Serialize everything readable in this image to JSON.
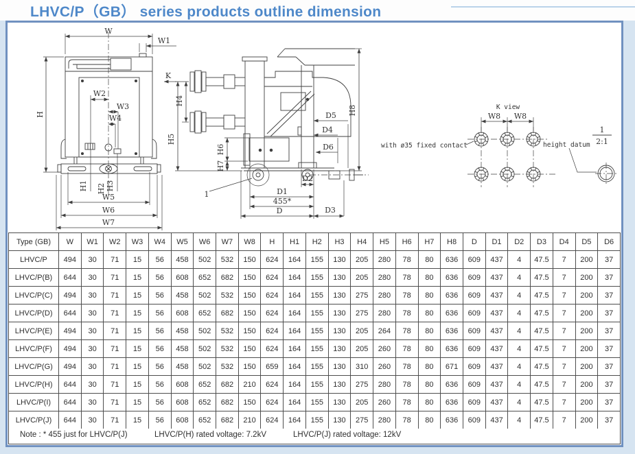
{
  "page": {
    "title": "LHVC/P（GB）  series products outline dimension"
  },
  "drawing": {
    "labels": {
      "w": "W",
      "w1": "W1",
      "w2": "W2",
      "w3": "W3",
      "w4": "W4",
      "w5": "W5",
      "w6": "W6",
      "w7": "W7",
      "h": "H",
      "h1": "H1",
      "h2": "H2",
      "h3": "H3",
      "k": "K",
      "h4": "H4",
      "h5": "H5",
      "h6": "H6",
      "h7": "H7",
      "h8": "H8",
      "d": "D",
      "d1": "D1",
      "d2": "D2",
      "d3": "D3",
      "d4": "D4",
      "d5": "D5",
      "d6": "D6",
      "dim455": "455*",
      "item1": "1",
      "kview": "K view",
      "w8a": "W8",
      "w8b": "W8",
      "contact_note": "with ø35 fixed contact",
      "datum_note": "height datum",
      "detail_num": "1",
      "detail_scale": "2:1"
    }
  },
  "table": {
    "columns": [
      "Type (GB)",
      "W",
      "W1",
      "W2",
      "W3",
      "W4",
      "W5",
      "W6",
      "W7",
      "W8",
      "H",
      "H1",
      "H2",
      "H3",
      "H4",
      "H5",
      "H6",
      "H7",
      "H8",
      "D",
      "D1",
      "D2",
      "D3",
      "D4",
      "D5",
      "D6"
    ],
    "rows": [
      [
        "LHVC/P",
        494,
        30,
        71,
        15,
        56,
        458,
        502,
        532,
        150,
        624,
        164,
        155,
        130,
        205,
        280,
        78,
        80,
        636,
        609,
        437,
        4,
        47.5,
        7,
        200,
        37
      ],
      [
        "LHVC/P(B)",
        644,
        30,
        71,
        15,
        56,
        608,
        652,
        682,
        150,
        624,
        164,
        155,
        130,
        205,
        280,
        78,
        80,
        636,
        609,
        437,
        4,
        47.5,
        7,
        200,
        37
      ],
      [
        "LHVC/P(C)",
        494,
        30,
        71,
        15,
        56,
        458,
        502,
        532,
        150,
        624,
        164,
        155,
        130,
        275,
        280,
        78,
        80,
        636,
        609,
        437,
        4,
        47.5,
        7,
        200,
        37
      ],
      [
        "LHVC/P(D)",
        644,
        30,
        71,
        15,
        56,
        608,
        652,
        682,
        150,
        624,
        164,
        155,
        130,
        275,
        280,
        78,
        80,
        636,
        609,
        437,
        4,
        47.5,
        7,
        200,
        37
      ],
      [
        "LHVC/P(E)",
        494,
        30,
        71,
        15,
        56,
        458,
        502,
        532,
        150,
        624,
        164,
        155,
        130,
        205,
        264,
        78,
        80,
        636,
        609,
        437,
        4,
        47.5,
        7,
        200,
        37
      ],
      [
        "LHVC/P(F)",
        494,
        30,
        71,
        15,
        56,
        458,
        502,
        532,
        150,
        624,
        164,
        155,
        130,
        205,
        260,
        78,
        80,
        636,
        609,
        437,
        4,
        47.5,
        7,
        200,
        37
      ],
      [
        "LHVC/P(G)",
        494,
        30,
        71,
        15,
        56,
        458,
        502,
        532,
        150,
        659,
        164,
        155,
        130,
        310,
        260,
        78,
        80,
        671,
        609,
        437,
        4,
        47.5,
        7,
        200,
        37
      ],
      [
        "LHVC/P(H)",
        644,
        30,
        71,
        15,
        56,
        608,
        652,
        682,
        210,
        624,
        164,
        155,
        130,
        275,
        280,
        78,
        80,
        636,
        609,
        437,
        4,
        47.5,
        7,
        200,
        37
      ],
      [
        "LHVC/P(I)",
        644,
        30,
        71,
        15,
        56,
        608,
        652,
        682,
        150,
        624,
        164,
        155,
        130,
        205,
        260,
        78,
        80,
        636,
        609,
        437,
        4,
        47.5,
        7,
        200,
        37
      ],
      [
        "LHVC/P(J)",
        644,
        30,
        71,
        15,
        56,
        608,
        652,
        682,
        210,
        624,
        164,
        155,
        130,
        275,
        280,
        78,
        80,
        636,
        609,
        437,
        4,
        47.5,
        7,
        200,
        37
      ]
    ]
  },
  "note": {
    "asterisk": "Note : * 455 just for LHVC/P(J)",
    "voltage_h": "LHVC/P(H) rated voltage: 7.2kV",
    "voltage_j": "LHVC/P(J) rated voltage: 12kV"
  }
}
